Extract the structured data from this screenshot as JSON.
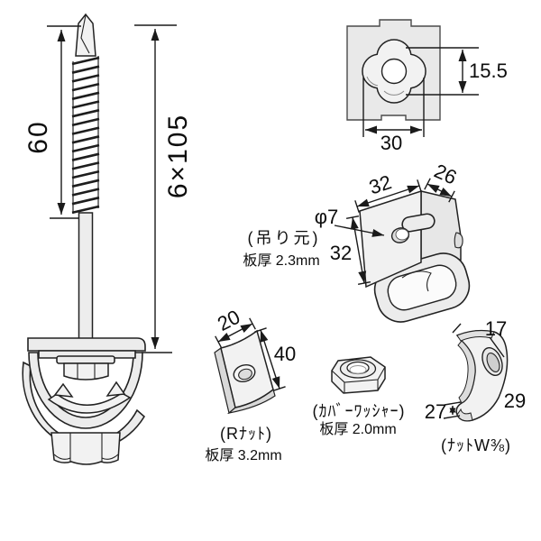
{
  "colors": {
    "background": "#ffffff",
    "line": "#222222",
    "fill_light": "#ececec"
  },
  "screw": {
    "thread_length": "60",
    "size": "6×105"
  },
  "plate": {
    "hole_height": "15.5",
    "width": "30"
  },
  "bracket": {
    "top_width": "32",
    "depth": "26",
    "side_height": "32",
    "hole_diameter": "φ7",
    "name": "(吊り元)",
    "thickness": "板厚 2.3mm"
  },
  "r_nut": {
    "width": "20",
    "length": "40",
    "name": "(Rﾅｯﾄ)",
    "thickness": "板厚 3.2mm"
  },
  "cover_washer": {
    "name": "(ｶﾊﾞｰﾜｯｼｬｰ)",
    "thickness": "板厚 2.0mm"
  },
  "curved_nut": {
    "top_width": "17",
    "outer_height": "29",
    "tip_width": "27",
    "name": "(ﾅｯﾄW⅜)"
  }
}
